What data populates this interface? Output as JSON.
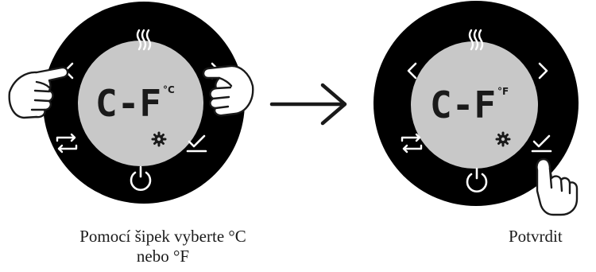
{
  "panels": [
    {
      "display_text": "C-F",
      "unit_text": "°C",
      "hands": [
        "left-arrow",
        "right-arrow"
      ]
    },
    {
      "display_text": "C-F",
      "unit_text": "°F",
      "hands": [
        "confirm"
      ]
    }
  ],
  "captions": {
    "left_line1": "Pomocí šipek vyberte °C",
    "left_line2": "nebo °F",
    "right": "Potvrdit"
  },
  "icons": {
    "top": "heat-icon",
    "left": "chevron-left-icon",
    "right": "chevron-right-icon",
    "bottom_left": "repeat-icon",
    "bottom_right": "checkmark-icon",
    "bottom": "power-icon",
    "inner": "gear-icon",
    "between": "arrow-right-icon"
  },
  "colors": {
    "ring": "#000000",
    "display": "#c8c8c8",
    "icon": "#ffffff",
    "ink": "#1a1a1a"
  }
}
